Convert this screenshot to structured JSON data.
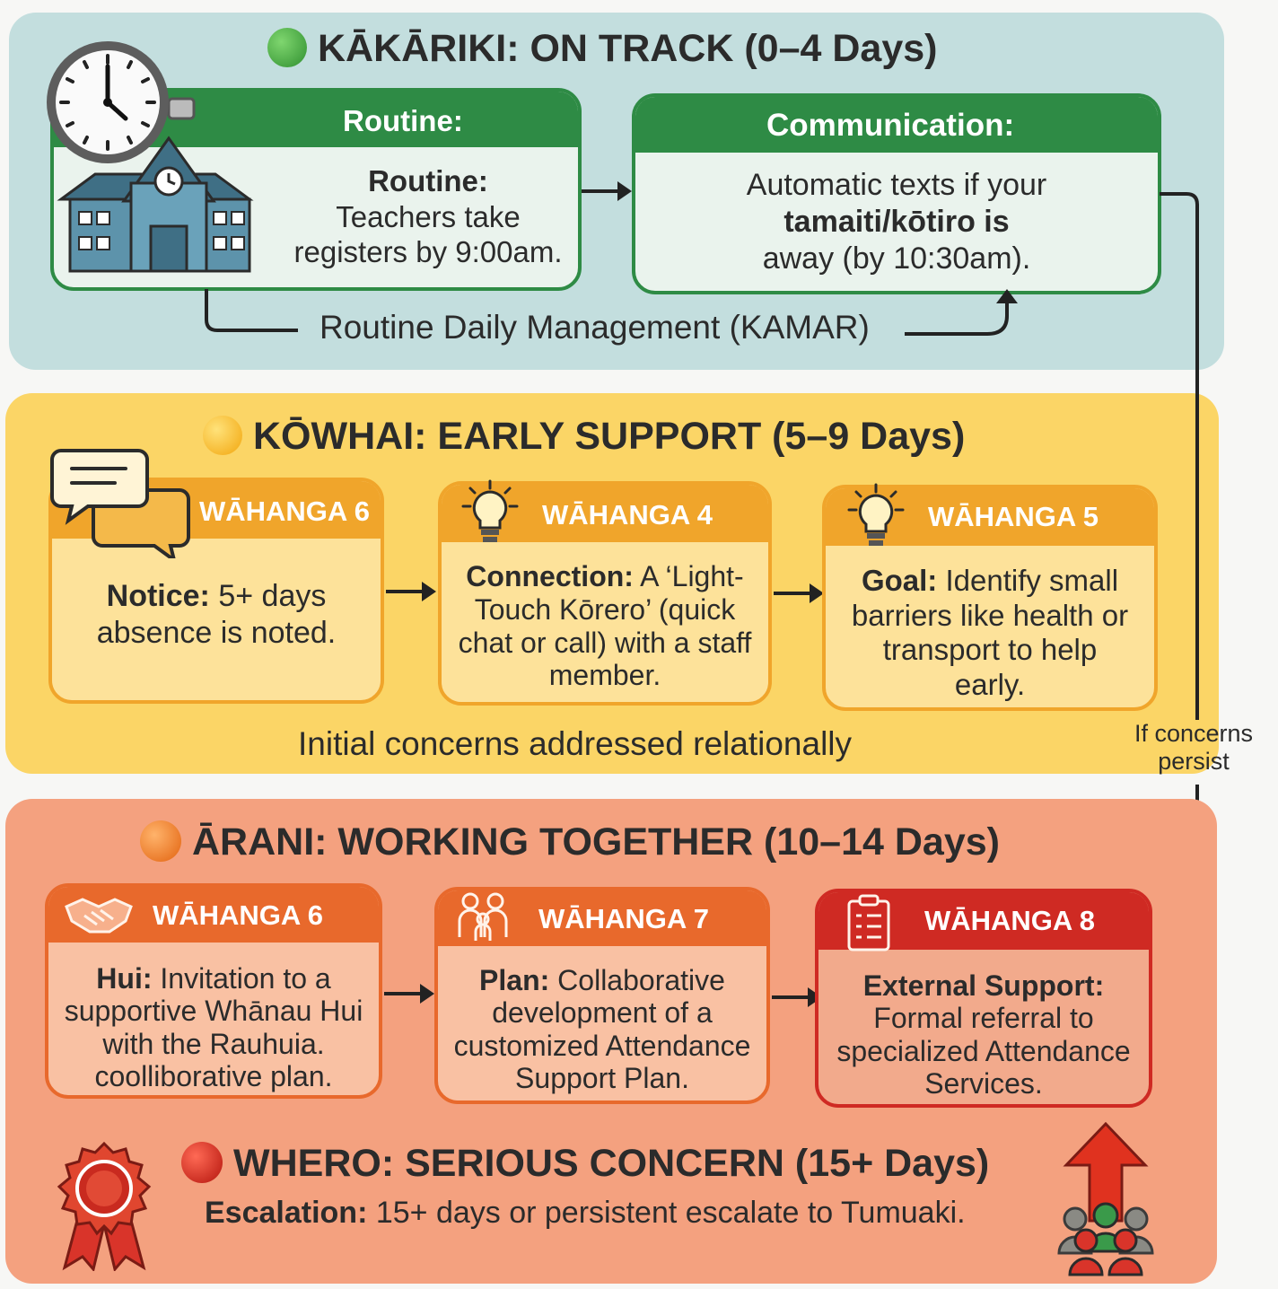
{
  "green": {
    "title": "KĀKĀRIKI: ON TRACK (0–4 Days)",
    "dot_color": "#3aa53a",
    "routine": {
      "header": "Routine:",
      "bold": "Routine:",
      "text": "Teachers take registers by 9:00am."
    },
    "communication": {
      "header": "Communication:",
      "text1": "Automatic texts if your",
      "bold": "tamaiti/kōtiro is",
      "text2": "away (by 10:30am)."
    },
    "loop_label": "Routine Daily Management (KAMAR)"
  },
  "yellow": {
    "title": "KŌWHAI: EARLY SUPPORT (5–9 Days)",
    "dot_color": "#f6b81c",
    "boxes": [
      {
        "header": "WĀHANGA 6",
        "bold": "Notice:",
        "text": " 5+ days absence is noted.",
        "icon": "chat-bubbles-icon"
      },
      {
        "header": "WĀHANGA 4",
        "bold": "Connection:",
        "text": " A ‘Light-Touch Kōrero’ (quick chat or call) with a staff member.",
        "icon": "lightbulb-icon"
      },
      {
        "header": "WĀHANGA 5",
        "bold": "Goal:",
        "text": " Identify small barriers like health or transport to help early.",
        "icon": "lightbulb-icon"
      }
    ],
    "caption": "Initial concerns addressed relationally"
  },
  "side_label": {
    "line1": "If concerns",
    "line2": "persist"
  },
  "orange": {
    "title": "ĀRANI: WORKING TOGETHER (10–14 Days)",
    "dot_color": "#f07a1e",
    "boxes": [
      {
        "header": "WĀHANGA 6",
        "bold": "Hui:",
        "text": " Invitation to a supportive Whānau Hui with the Rauhuia. coolliborative plan.",
        "icon": "handshake-icon"
      },
      {
        "header": "WĀHANGA 7",
        "bold": "Plan:",
        "text": " Collaborative development of a customized Attendance Support Plan.",
        "icon": "family-icon"
      },
      {
        "header": "WĀHANGA 8",
        "bold": "External Support:",
        "text": " Formal referral to specialized Attendance Services.",
        "icon": "clipboard-icon"
      }
    ]
  },
  "red": {
    "title": "WHERO: SERIOUS CONCERN (15+ Days)",
    "dot_color": "#d9261c",
    "bold": "Escalation:",
    "text": " 15+ days or persistent escalate to Tumuaki.",
    "icons": [
      "rosette-icon",
      "escalation-group-icon"
    ]
  }
}
